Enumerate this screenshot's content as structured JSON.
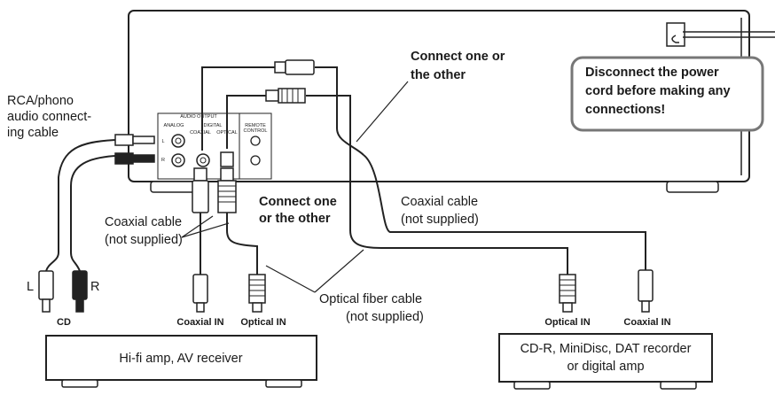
{
  "labels": {
    "rca_cable": [
      "RCA/phono",
      "audio connect-",
      "ing cable"
    ],
    "connect_one_top": [
      "Connect one or",
      "the other"
    ],
    "connect_one_mid": [
      "Connect one",
      "or the other"
    ],
    "warning": [
      "Disconnect the power",
      "cord before making any",
      "connections!"
    ],
    "coax_cable_left": [
      "Coaxial cable",
      "(not supplied)"
    ],
    "coax_cable_right": [
      "Coaxial cable",
      "(not supplied)"
    ],
    "optical_cable": [
      "Optical fiber cable",
      "(not supplied)"
    ],
    "plug_l": "L",
    "plug_r": "R",
    "cd": "CD",
    "coax_in_left": "Coaxial IN",
    "optical_in_left": "Optical IN",
    "optical_in_right": "Optical IN",
    "coax_in_right": "Coaxial IN"
  },
  "panel": {
    "audio_output": "AUDIO OUTPUT",
    "analog": "ANALOG",
    "digital": "DIGITAL",
    "coaxial": "COAXIAL",
    "optical": "OPTICAL",
    "remote_control": [
      "REMOTE",
      "CONTROL"
    ],
    "l": "L",
    "r": "R"
  },
  "devices": {
    "hifi": "Hi-fi amp, AV receiver",
    "cdr": [
      "CD-R, MiniDisc, DAT recorder",
      "or digital amp"
    ]
  }
}
